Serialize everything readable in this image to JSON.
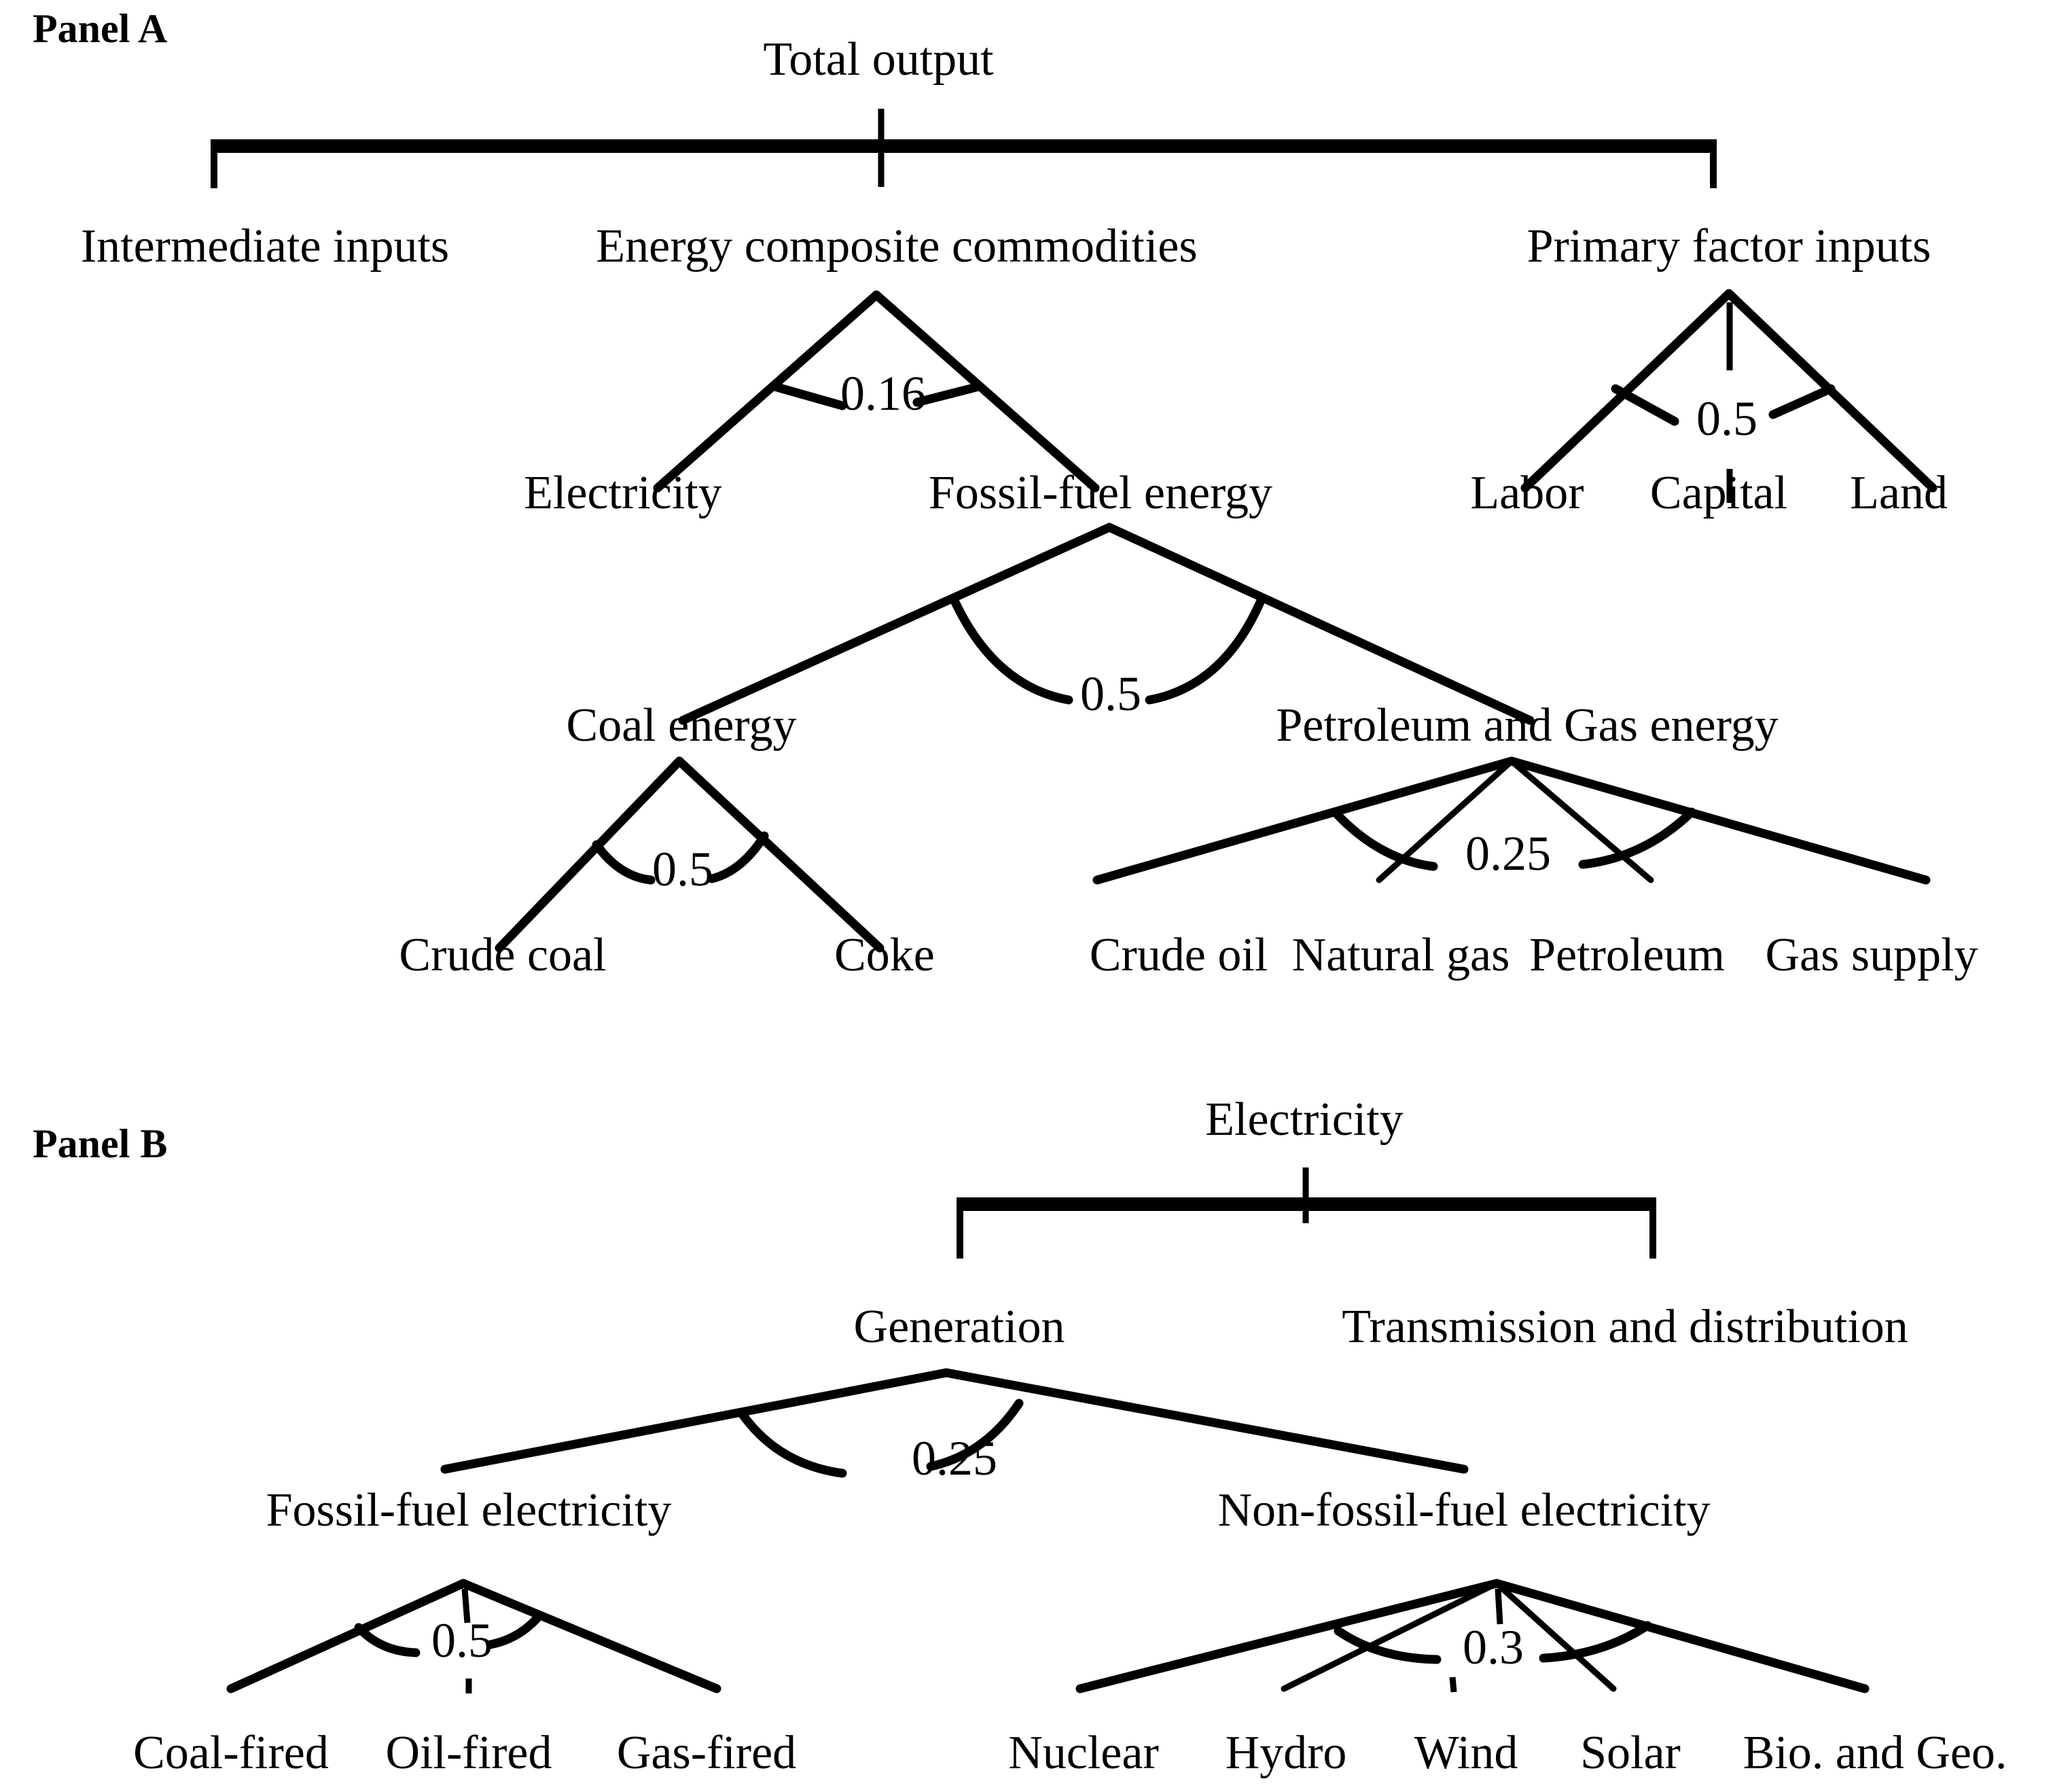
{
  "figure": {
    "type": "nested-production-tree-diagram",
    "panels": [
      {
        "id": "panel-a",
        "label": "Panel A",
        "root": "Total output",
        "levels": [
          {
            "name": "top-split",
            "parent": "Total output",
            "children": [
              "Intermediate inputs",
              "Energy composite commodities",
              "Primary factor inputs"
            ],
            "elasticity": null,
            "connector": "bracket"
          },
          {
            "name": "energy-composite-split",
            "parent": "Energy composite commodities",
            "children": [
              "Electricity",
              "Fossil-fuel energy"
            ],
            "elasticity": "0.16",
            "connector": "ces-nest"
          },
          {
            "name": "primary-factor-split",
            "parent": "Primary factor inputs",
            "children": [
              "Labor",
              "Capital",
              "Land"
            ],
            "elasticity": "0.5",
            "connector": "ces-nest"
          },
          {
            "name": "fossil-fuel-energy-split",
            "parent": "Fossil-fuel energy",
            "children": [
              "Coal energy",
              "Petroleum and Gas energy"
            ],
            "elasticity": "0.5",
            "connector": "ces-nest"
          },
          {
            "name": "coal-energy-split",
            "parent": "Coal energy",
            "children": [
              "Crude coal",
              "Coke"
            ],
            "elasticity": "0.5",
            "connector": "ces-nest"
          },
          {
            "name": "petroleum-gas-energy-split",
            "parent": "Petroleum and Gas energy",
            "children": [
              "Crude oil",
              "Natural gas",
              "Petroleum",
              "Gas supply"
            ],
            "elasticity": "0.25",
            "connector": "ces-nest"
          }
        ]
      },
      {
        "id": "panel-b",
        "label": "Panel B",
        "root": "Electricity",
        "levels": [
          {
            "name": "electricity-split",
            "parent": "Electricity",
            "children": [
              "Generation",
              "Transmission and distribution"
            ],
            "elasticity": null,
            "connector": "bracket"
          },
          {
            "name": "generation-split",
            "parent": "Generation",
            "children": [
              "Fossil-fuel electricity",
              "Non-fossil-fuel electricity"
            ],
            "elasticity": "0.25",
            "connector": "ces-nest"
          },
          {
            "name": "fossil-fuel-electricity-split",
            "parent": "Fossil-fuel electricity",
            "children": [
              "Coal-fired",
              "Oil-fired",
              "Gas-fired"
            ],
            "elasticity": "0.5",
            "connector": "ces-nest"
          },
          {
            "name": "non-fossil-fuel-electricity-split",
            "parent": "Non-fossil-fuel electricity",
            "children": [
              "Nuclear",
              "Hydro",
              "Wind",
              "Solar",
              "Bio. and Geo."
            ],
            "elasticity": "0.3",
            "connector": "ces-nest"
          }
        ]
      }
    ]
  },
  "panel_a": {
    "panel_label": "Panel A",
    "total_output": "Total output",
    "intermediate_inputs": "Intermediate inputs",
    "energy_composite_commodities": "Energy composite commodities",
    "primary_factor_inputs": "Primary factor inputs",
    "electricity": "Electricity",
    "fossil_fuel_energy": "Fossil-fuel energy",
    "labor": "Labor",
    "capital": "Capital",
    "land": "Land",
    "coal_energy": "Coal energy",
    "petroleum_and_gas_energy": "Petroleum and Gas energy",
    "crude_coal": "Crude coal",
    "coke": "Coke",
    "crude_oil": "Crude oil",
    "natural_gas": "Natural gas",
    "petroleum": "Petroleum",
    "gas_supply": "Gas supply",
    "sigma_energy_composite": "0.16",
    "sigma_primary_factor": "0.5",
    "sigma_fossil_fuel_energy": "0.5",
    "sigma_coal_energy": "0.5",
    "sigma_petroleum_gas": "0.25"
  },
  "panel_b": {
    "panel_label": "Panel B",
    "electricity": "Electricity",
    "generation": "Generation",
    "transmission_and_distribution": "Transmission and distribution",
    "fossil_fuel_electricity": "Fossil-fuel electricity",
    "non_fossil_fuel_electricity": "Non-fossil-fuel electricity",
    "coal_fired": "Coal-fired",
    "oil_fired": "Oil-fired",
    "gas_fired": "Gas-fired",
    "nuclear": "Nuclear",
    "hydro": "Hydro",
    "wind": "Wind",
    "solar": "Solar",
    "bio_and_geo": "Bio. and Geo.",
    "sigma_generation": "0.25",
    "sigma_fossil_fuel_electricity": "0.5",
    "sigma_non_fossil_fuel_electricity": "0.3"
  },
  "colors": {
    "ink": "#000000",
    "background": "#ffffff"
  }
}
